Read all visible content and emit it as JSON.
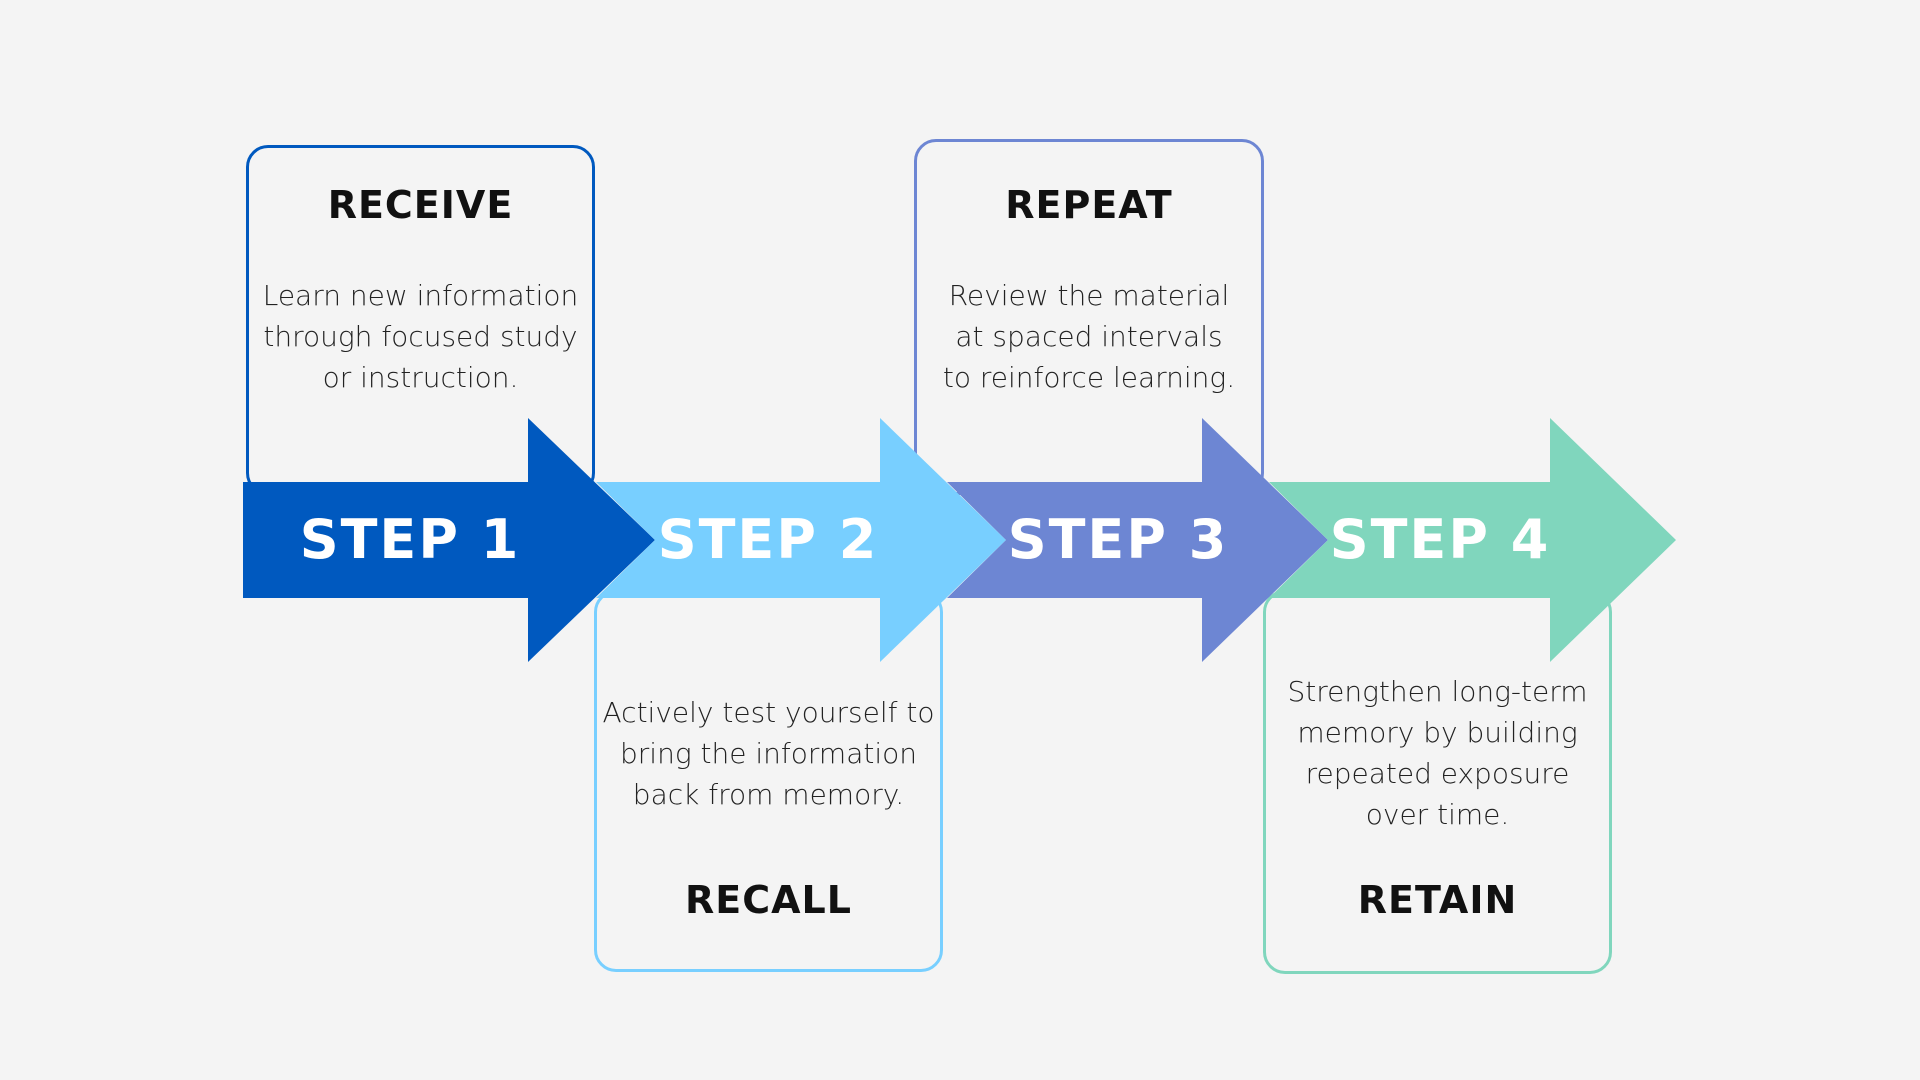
{
  "colors": {
    "background": "#f4f4f4",
    "step1": "#0059bf",
    "step2": "#78cfff",
    "step3": "#6d86d3",
    "step4": "#80d6bd"
  },
  "steps": [
    {
      "label": "STEP 1",
      "title": "RECEIVE",
      "description": "Learn new information\nthrough focused study\nor instruction."
    },
    {
      "label": "STEP 2",
      "title": "RECALL",
      "description": "Actively test yourself to\nbring the information\nback from memory."
    },
    {
      "label": "STEP 3",
      "title": "REPEAT",
      "description": "Review the material\nat spaced intervals\nto reinforce learning."
    },
    {
      "label": "STEP 4",
      "title": "RETAIN",
      "description": "Strengthen long-term\nmemory by building\nrepeated exposure\nover time."
    }
  ]
}
